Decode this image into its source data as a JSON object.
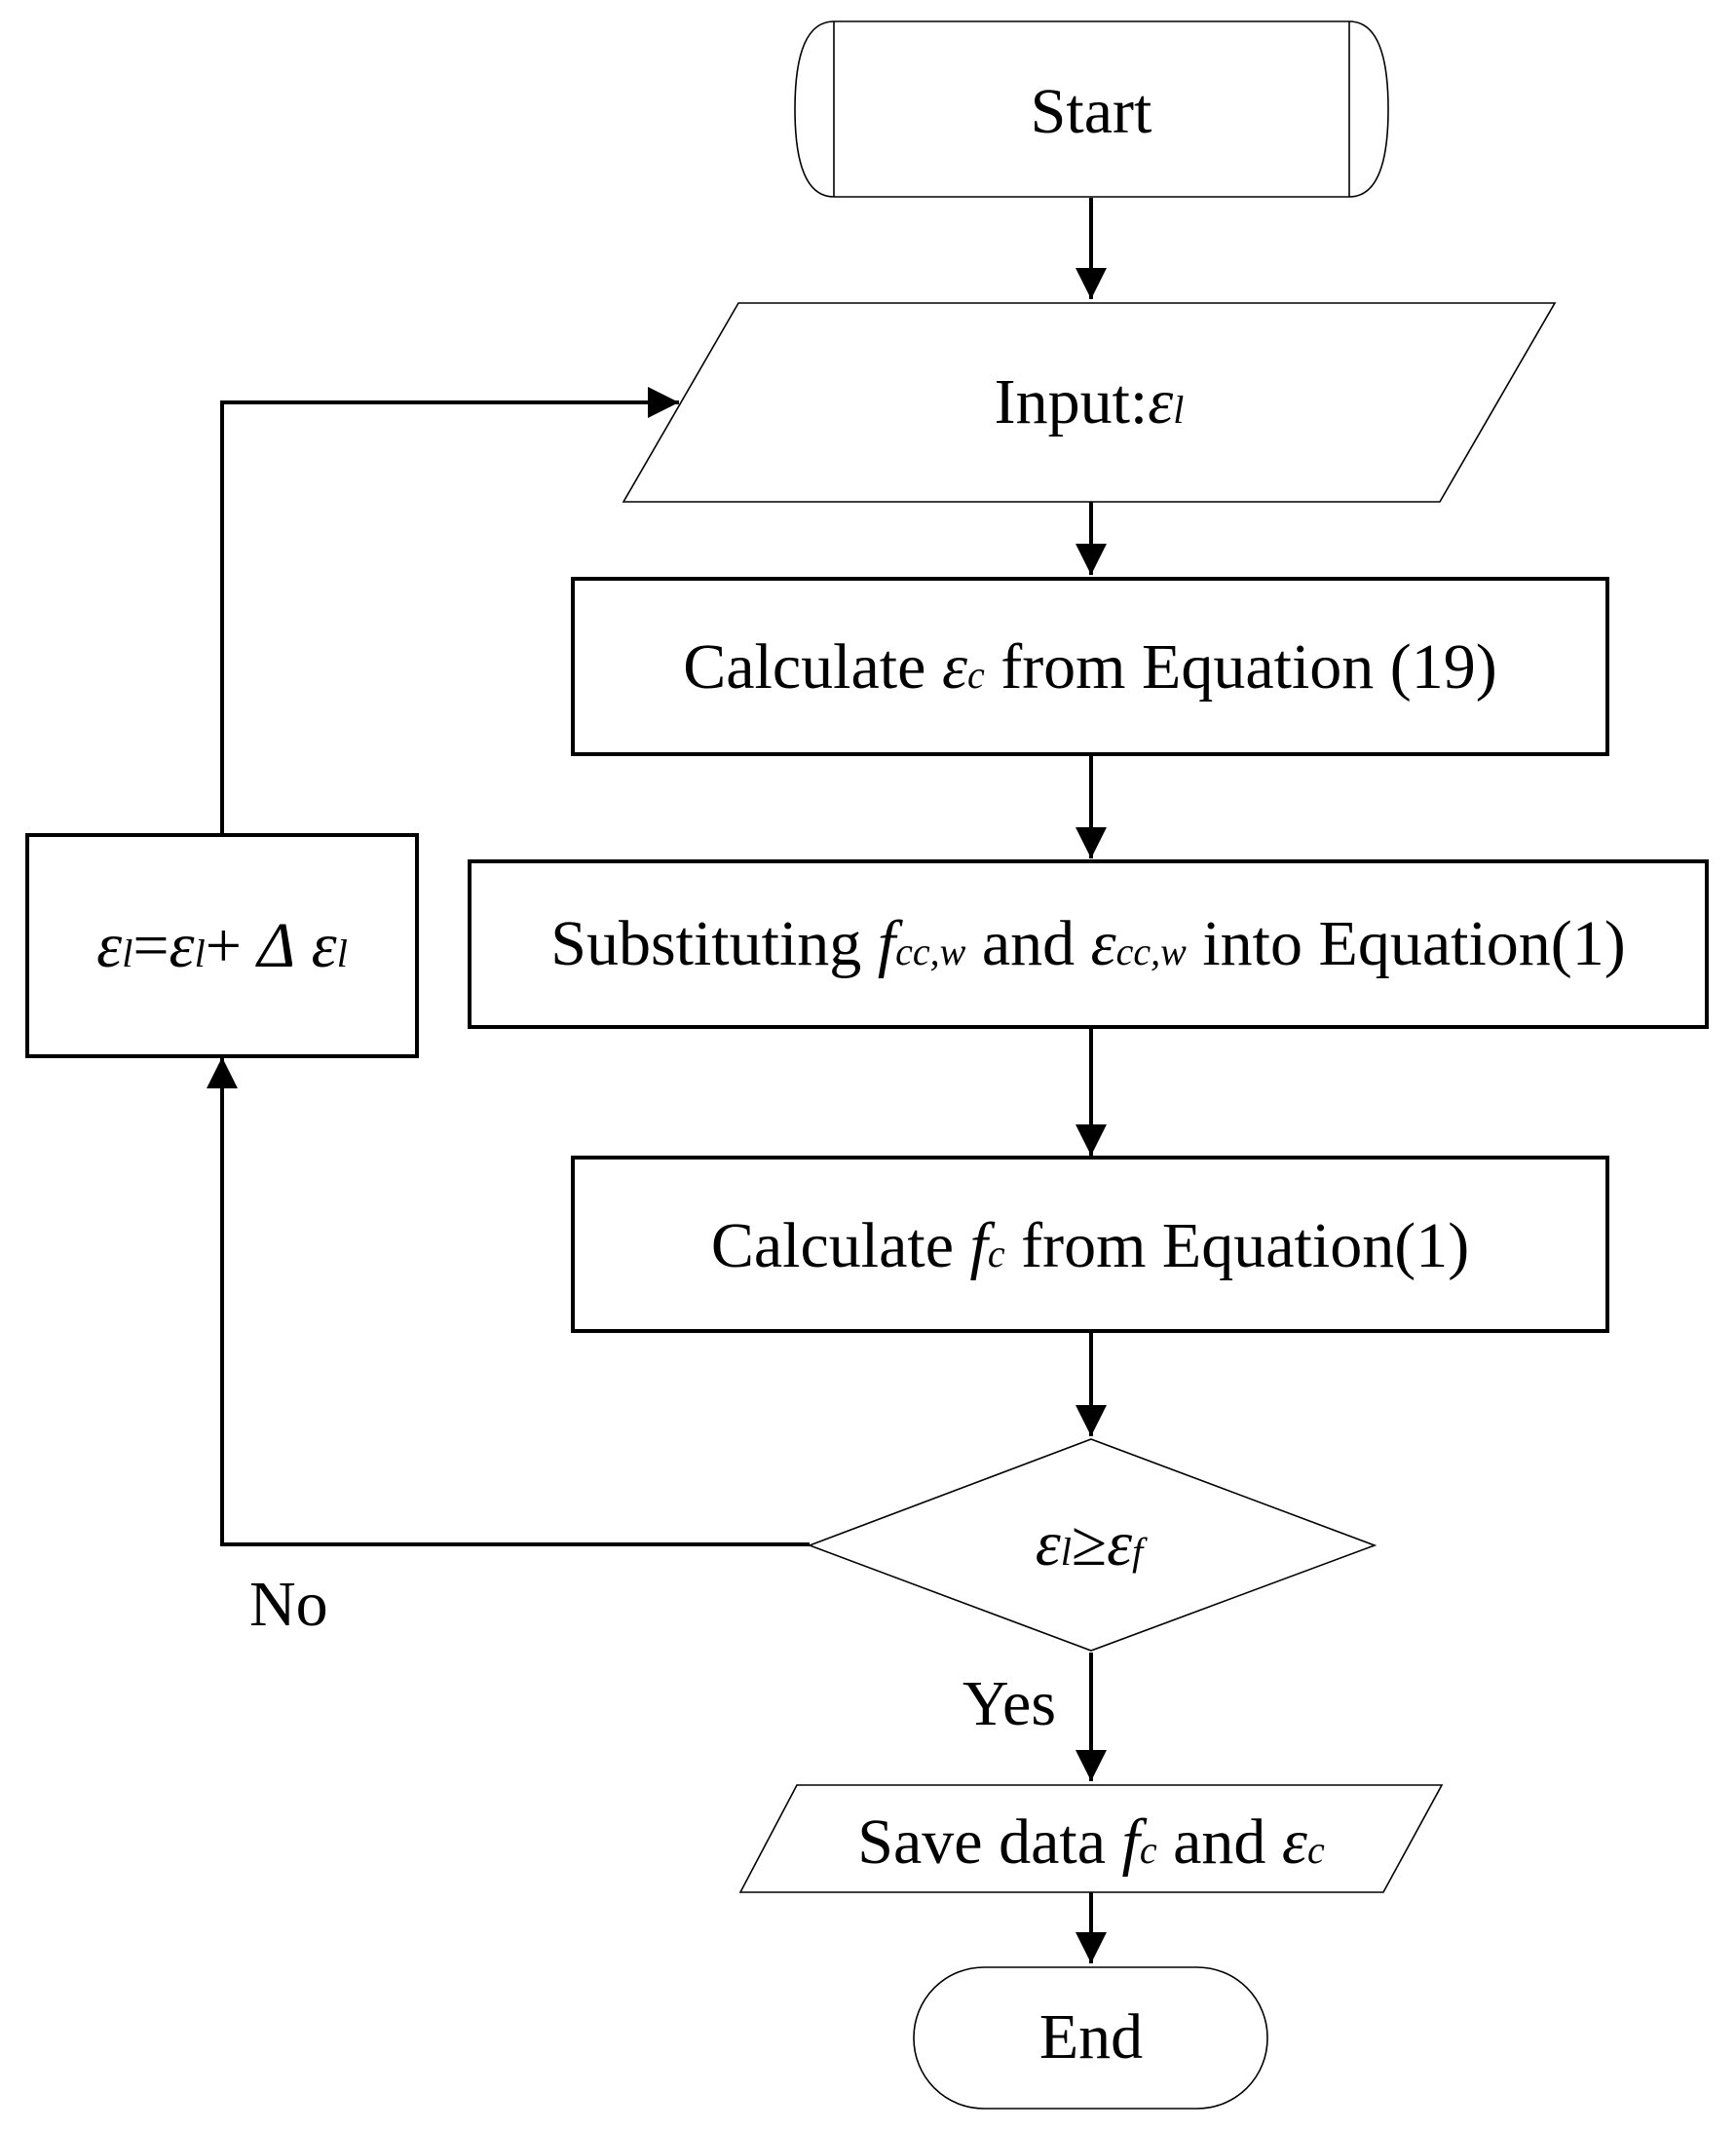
{
  "nodes": {
    "start": "Start",
    "input": {
      "prefix": "Input:",
      "sym": "ε",
      "sub": "l"
    },
    "calc_ec": {
      "pre": "Calculate ",
      "sym": "ε",
      "sub": "c",
      "post": " from Equation (19)"
    },
    "substitute": {
      "pre": "Substituting ",
      "sym1": "f",
      "sub1": "cc,w",
      "mid": " and ",
      "sym2": "ε",
      "sub2": "cc,w",
      "post": " into Equation(1)"
    },
    "calc_fc": {
      "pre": "Calculate ",
      "sym": "f",
      "sub": "c",
      "post": "  from Equation(1)"
    },
    "decision": {
      "sym1": "ε",
      "sub1": "l",
      "op": "≥",
      "sym2": "ε",
      "sub2": "f"
    },
    "update": {
      "sym1": "ε",
      "sub1": "l",
      "eq": "=",
      "sym2": "ε",
      "sub2": "l",
      "plus": "+ ",
      "delta": "Δ",
      "sym3": "ε",
      "sub3": "l"
    },
    "save": {
      "pre": "Save data ",
      "sym1": "f",
      "sub1": "c",
      "mid": " and ",
      "sym2": "ε",
      "sub2": "c"
    },
    "end": "End"
  },
  "edges": {
    "no_label": "No",
    "yes_label": "Yes"
  }
}
